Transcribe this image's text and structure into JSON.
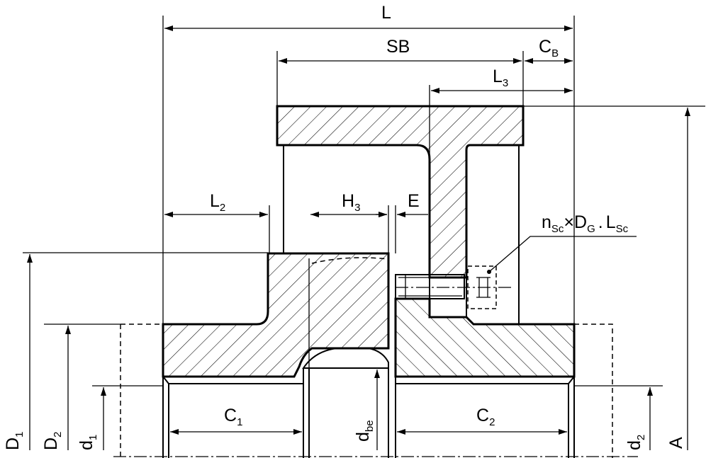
{
  "dimensions": {
    "L": "L",
    "SB": "SB",
    "CB": {
      "base": "C",
      "sub": "B"
    },
    "L3": {
      "base": "L",
      "sub": "3"
    },
    "L2": {
      "base": "L",
      "sub": "2"
    },
    "H3": {
      "base": "H",
      "sub": "3"
    },
    "E": "E",
    "C1": {
      "base": "C",
      "sub": "1"
    },
    "C2": {
      "base": "C",
      "sub": "2"
    },
    "D1": {
      "base": "D",
      "sub": "1"
    },
    "D2": {
      "base": "D",
      "sub": "2"
    },
    "d1": {
      "base": "d",
      "sub": "1"
    },
    "d2": {
      "base": "d",
      "sub": "2"
    },
    "dbe": {
      "base": "d",
      "sub": "be"
    },
    "A": "A"
  },
  "screw_note": {
    "n": "n",
    "n_sub": "Sc",
    "times": "×",
    "D": "D",
    "D_sub": "G",
    "dot": ".",
    "L": "L",
    "L_sub": "Sc"
  }
}
